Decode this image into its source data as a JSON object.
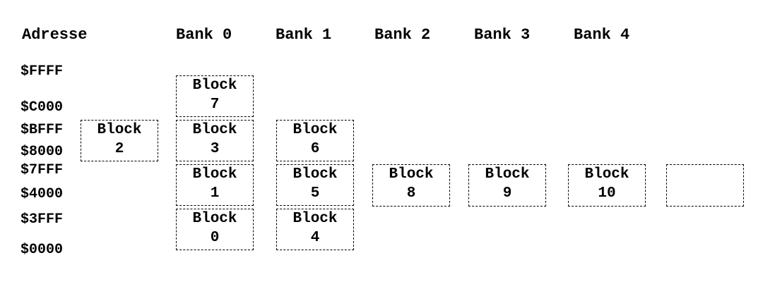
{
  "headers": {
    "address": "Adresse",
    "banks": [
      "Bank 0",
      "Bank 1",
      "Bank 2",
      "Bank 3",
      "Bank 4"
    ]
  },
  "addresses": [
    "$FFFF",
    "$C000",
    "$BFFF",
    "$8000",
    "$7FFF",
    "$4000",
    "$3FFF",
    "$0000"
  ],
  "block_word": "Block",
  "blocks": {
    "b7": "7",
    "b2": "2",
    "b3": "3",
    "b6": "6",
    "b1": "1",
    "b5": "5",
    "b8": "8",
    "b9": "9",
    "b10": "10",
    "b0": "0",
    "b4": "4"
  }
}
